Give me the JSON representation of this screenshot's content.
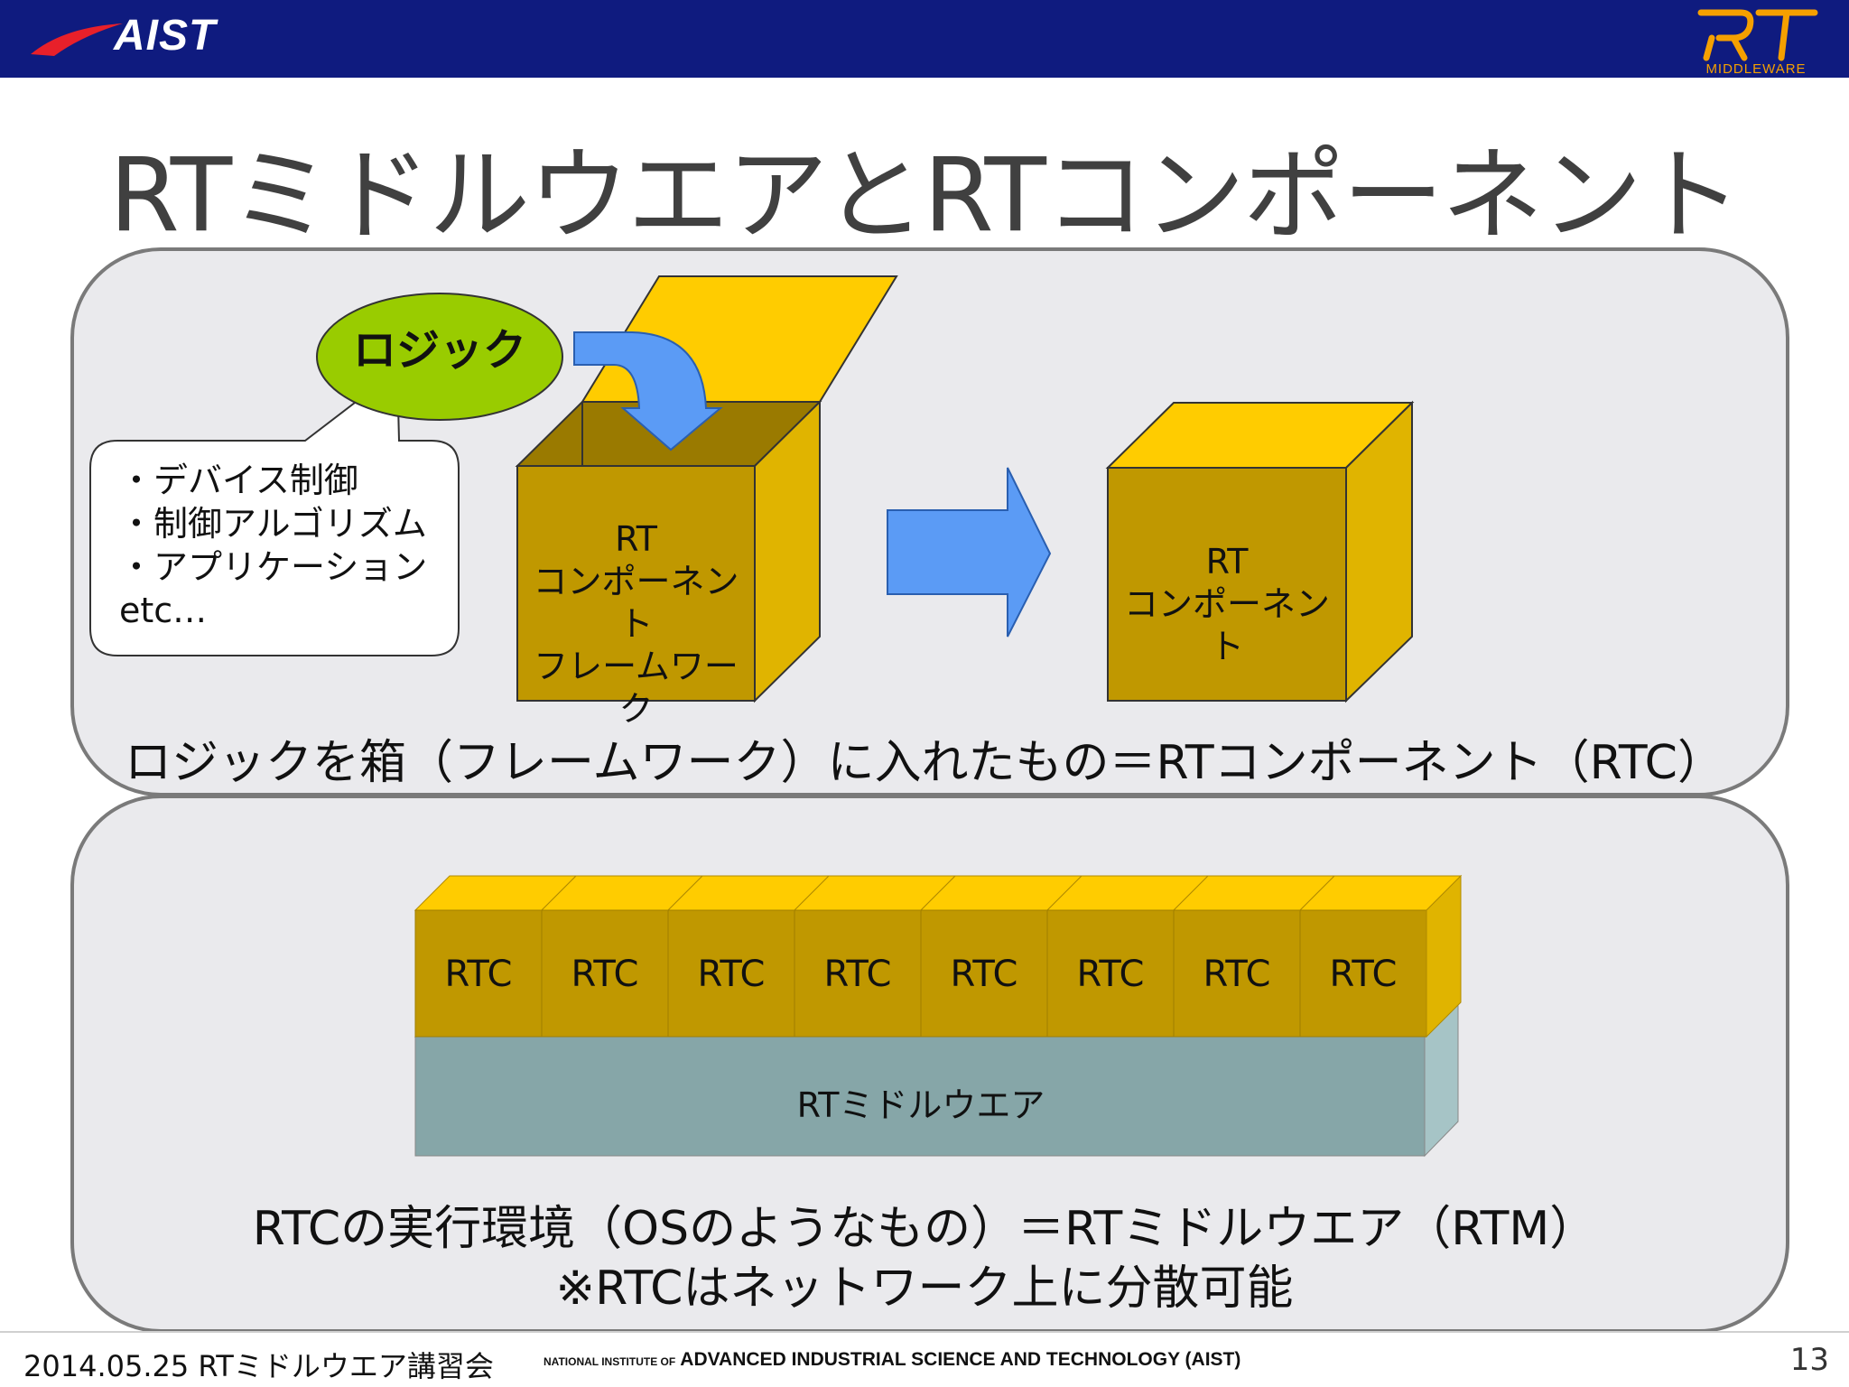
{
  "header": {
    "aist_logo_text": "AIST",
    "rt_logo_text": "RT",
    "rt_logo_sub": "MIDDLEWARE",
    "bar_color": "#0f1b7f"
  },
  "title": "RTミドルウエアとRTコンポーネント",
  "upper_panel": {
    "logic_bubble": "ロジック",
    "callout_items": [
      "・デバイス制御",
      "・制御アルゴリズム",
      "・アプリケーション",
      "etc…"
    ],
    "framework_box": [
      "RT",
      "コンポーネント",
      "フレームワーク"
    ],
    "component_box": [
      "RT",
      "コンポーネント"
    ],
    "caption": "ロジックを箱（フレームワーク）に入れたもの＝RTコンポーネント（RTC）"
  },
  "lower_panel": {
    "rtc_blocks": [
      "RTC",
      "RTC",
      "RTC",
      "RTC",
      "RTC",
      "RTC",
      "RTC",
      "RTC"
    ],
    "middleware_label": "RTミドルウエア",
    "caption_line1": "RTCの実行環境（OSのようなもの）＝RTミドルウエア（RTM）",
    "caption_line2": "※RTCはネットワーク上に分散可能"
  },
  "footer": {
    "date_event": "2014.05.25 RTミドルウエア講習会",
    "org_prefix": "NATIONAL INSTITUTE OF",
    "org_name": "ADVANCED INDUSTRIAL SCIENCE AND TECHNOLOGY (AIST)",
    "page_number": "13"
  },
  "colors": {
    "box_front": "#c09800",
    "box_top": "#ffcc00",
    "box_side": "#e0b400",
    "logic_green": "#99cc00",
    "arrow_blue": "#5b9bf5",
    "middleware_front": "#86a6a8",
    "middleware_top": "#c8dde0",
    "panel_bg": "#eaeaed"
  }
}
